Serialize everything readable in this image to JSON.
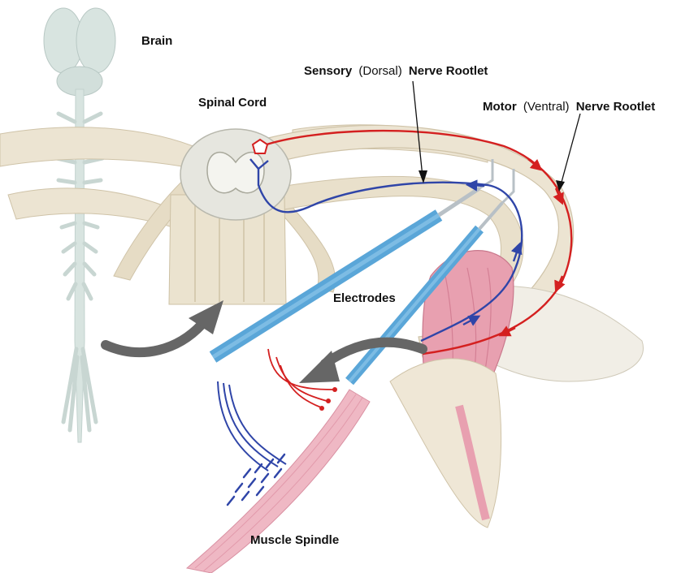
{
  "labels": {
    "brain": "Brain",
    "spinal_cord": "Spinal Cord",
    "sensory": {
      "bold": "Sensory",
      "paren": "(Dorsal)",
      "bold2": "Nerve Rootlet"
    },
    "motor": {
      "bold": "Motor",
      "paren": "(Ventral)",
      "bold2": "Nerve Rootlet"
    },
    "electrodes": "Electrodes",
    "muscle_spindle": "Muscle Spindle"
  },
  "colors": {
    "sensory_pathway": "#2f45a8",
    "motor_pathway": "#d42020",
    "electrode": "#5aa6d8",
    "muscle": "#e8a0b0",
    "nerve_tissue": "#ece4d2",
    "arrow": "#666666",
    "cns_silhouette": "#d8e4e0"
  }
}
